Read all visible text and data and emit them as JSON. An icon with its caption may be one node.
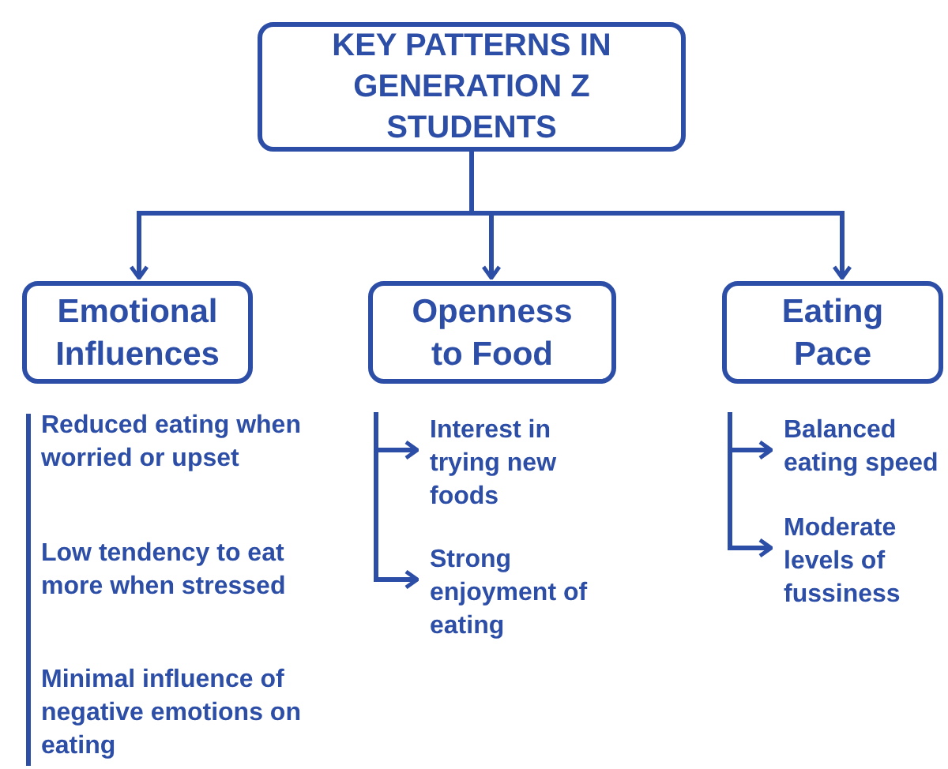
{
  "diagram": {
    "nodes": [
      {
        "text": [
          "KEY PATTERNS IN GENERATION Z STUDENTS"
        ]
      },
      {
        "text": [
          "Emotional Influences"
        ]
      },
      {
        "text": [
          "Openness to Food"
        ]
      },
      {
        "text": [
          "Eating Pace"
        ]
      },
      {
        "text": [
          "Interest in trying new foods"
        ]
      },
      {
        "text": [
          "Strong enjoyment of eating"
        ]
      },
      {
        "text": [
          "Balanced eating speed"
        ]
      },
      {
        "text": [
          "Moderate levels of fussiness"
        ]
      }
    ],
    "edges": [
      {
        "from": 0,
        "to": 1,
        "arrow": "to"
      },
      {
        "from": 0,
        "to": 2,
        "arrow": "to"
      },
      {
        "from": 0,
        "to": 3,
        "arrow": "to"
      },
      {
        "from": 2,
        "to": 4,
        "arrow": "to"
      },
      {
        "from": 2,
        "to": 5,
        "arrow": "to"
      },
      {
        "from": 3,
        "to": 6,
        "arrow": "to"
      },
      {
        "from": 3,
        "to": 7,
        "arrow": "to"
      }
    ],
    "labels": [
      "Reduced eating when worried or upset",
      "Low tendency to eat more when stressed",
      "Minimal influence of negative emotions on eating"
    ]
  }
}
